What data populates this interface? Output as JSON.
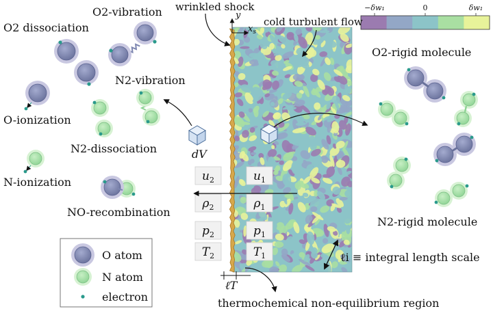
{
  "labels": {
    "wrinkled_shock": "wrinkled shock",
    "cold_turbulent_flow": "cold turbulent flow",
    "axis_y": "y",
    "axis_xs": "x",
    "axis_xs_sub": "s",
    "o2_dissociation": "O2 dissociation",
    "o2_vibration": "O2-vibration",
    "n2_vibration": "N2-vibration",
    "o_ionization": "O-ionization",
    "n2_dissociation": "N2-dissociation",
    "n_ionization": "N-ionization",
    "no_recombination": "NO-recombination",
    "dv": "dV",
    "o2_rigid": "O2-rigid molecule",
    "n2_rigid": "N2-rigid molecule",
    "integral_scale": "ℓi ≡ integral length scale",
    "lt": "ℓT",
    "noneq_region": "thermochemical non-equilibrium region"
  },
  "colorbar": {
    "tick_min": "−δw₁",
    "tick_zero": "0",
    "tick_max": "δw₁",
    "colors": [
      "#9b7bb0",
      "#93a7c6",
      "#8cc4c8",
      "#a9dfa2",
      "#e8f39a"
    ]
  },
  "states": {
    "post": [
      "u2",
      "ρ2",
      "p2",
      "T2"
    ],
    "pre": [
      "u1",
      "ρ1",
      "p1",
      "T1"
    ]
  },
  "legend": {
    "o_atom": "O atom",
    "n_atom": "N atom",
    "electron": "electron"
  },
  "colors": {
    "o_atom": "#7d86b0",
    "o_halo": "#c9c8e1",
    "n_atom": "#a4dfa6",
    "n_halo": "#d7f2d3",
    "electron": "#2a9a8c",
    "shock": "#c99a3f"
  }
}
